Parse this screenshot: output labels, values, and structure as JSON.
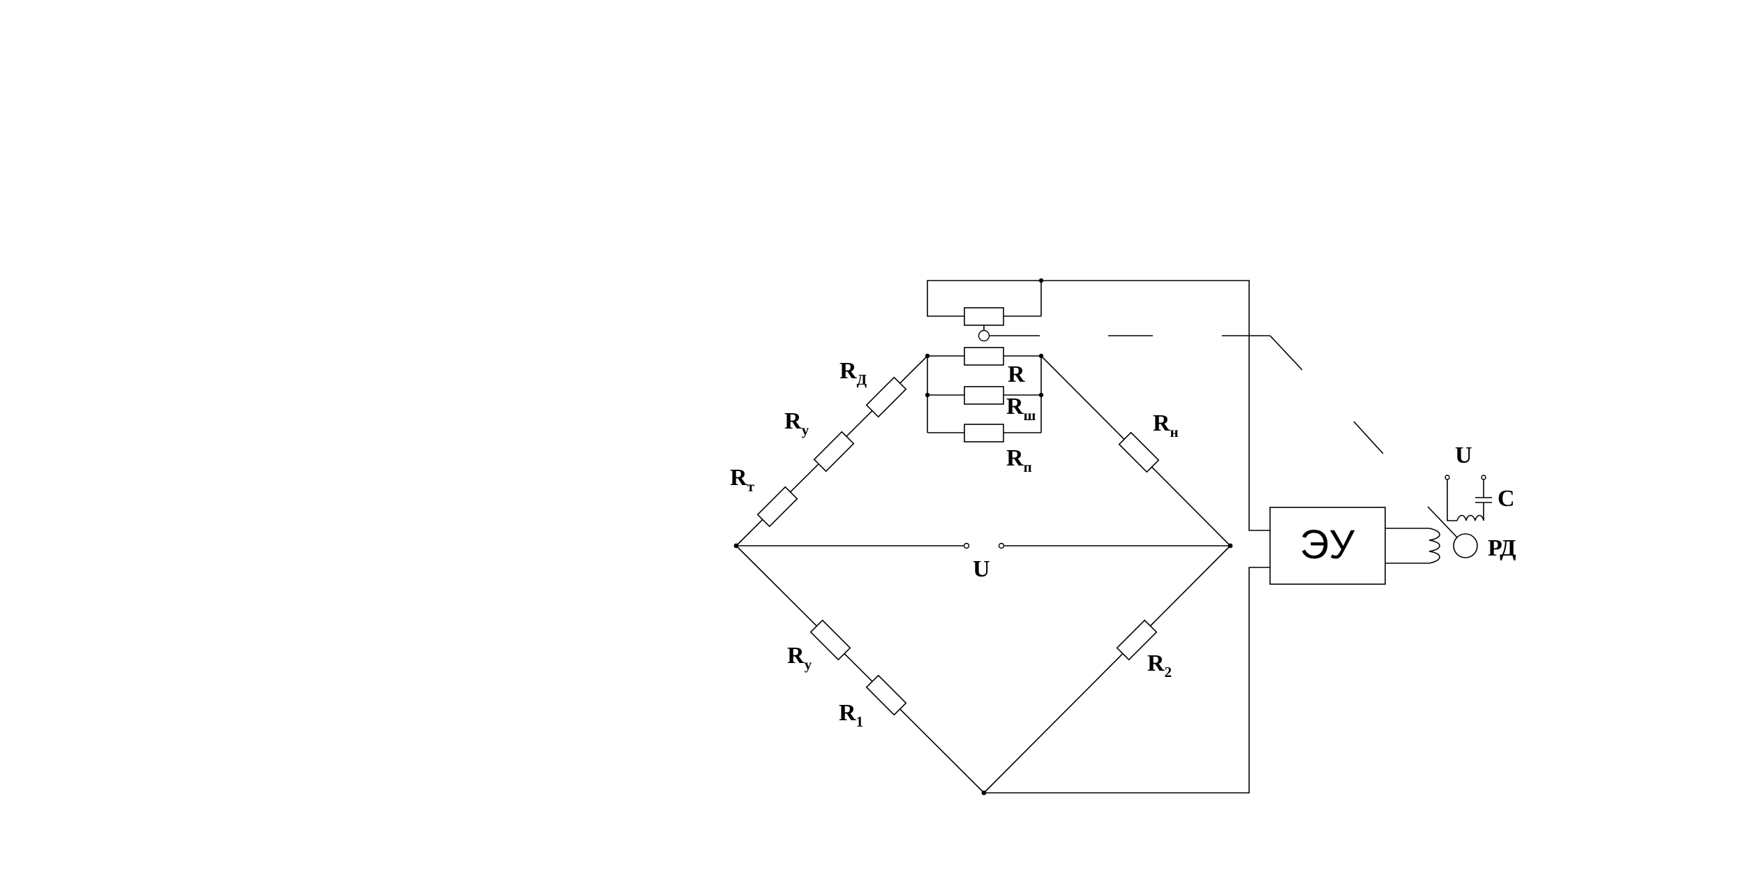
{
  "diagram": {
    "labels": {
      "r_d": {
        "main": "R",
        "sub": "Д"
      },
      "r_y_top": {
        "main": "R",
        "sub": "у"
      },
      "r_t": {
        "main": "R",
        "sub": "т"
      },
      "r": {
        "main": "R",
        "sub": ""
      },
      "r_sh": {
        "main": "R",
        "sub": "ш"
      },
      "r_p": {
        "main": "R",
        "sub": "п"
      },
      "r_n": {
        "main": "R",
        "sub": "н"
      },
      "r_y_bot": {
        "main": "R",
        "sub": "у"
      },
      "r_1": {
        "main": "R",
        "sub": "1"
      },
      "r_2": {
        "main": "R",
        "sub": "2"
      },
      "u_bridge": "U",
      "u_supply": "U",
      "c": "C",
      "rd": "РД",
      "eu": "ЭУ"
    }
  }
}
